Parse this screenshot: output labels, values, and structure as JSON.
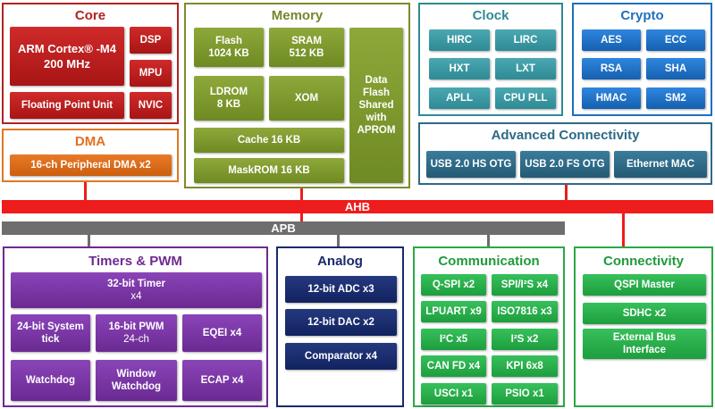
{
  "core": {
    "title": "Core",
    "cpu_line1": "ARM Cortex® -M4",
    "cpu_line2": "200 MHz",
    "dsp": "DSP",
    "mpu": "MPU",
    "fpu": "Floating Point Unit",
    "nvic": "NVIC"
  },
  "memory": {
    "title": "Memory",
    "flash_line1": "Flash",
    "flash_line2": "1024 KB",
    "sram_line1": "SRAM",
    "sram_line2": "512 KB",
    "ldrom_line1": "LDROM",
    "ldrom_line2": "8 KB",
    "xom": "XOM",
    "cache": "Cache 16 KB",
    "maskrom": "MaskROM 16 KB",
    "dataflash": [
      "Data",
      "Flash",
      "Shared",
      "with",
      "APROM"
    ]
  },
  "clock": {
    "title": "Clock",
    "items": [
      "HIRC",
      "LIRC",
      "HXT",
      "LXT",
      "APLL",
      "CPU PLL"
    ]
  },
  "crypto": {
    "title": "Crypto",
    "items": [
      "AES",
      "ECC",
      "RSA",
      "SHA",
      "HMAC",
      "SM2"
    ]
  },
  "dma": {
    "title": "DMA",
    "item": "16-ch Peripheral DMA x2"
  },
  "advanced": {
    "title": "Advanced Connectivity",
    "items": [
      "USB 2.0 HS OTG",
      "USB 2.0 FS OTG",
      "Ethernet MAC"
    ]
  },
  "buses": {
    "ahb": "AHB",
    "apb": "APB"
  },
  "timers": {
    "title": "Timers & PWM",
    "timer32_line1": "32-bit Timer",
    "timer32_line2": "x4",
    "systick_line1": "24-bit System",
    "systick_line2": "tick",
    "pwm_line1": "16-bit PWM",
    "pwm_line2": "24-ch",
    "eqei": "EQEI x4",
    "watchdog": "Watchdog",
    "wwdt_line1": "Window",
    "wwdt_line2": "Watchdog",
    "ecap": "ECAP x4"
  },
  "analog": {
    "title": "Analog",
    "items": [
      "12-bit ADC x3",
      "12-bit DAC x2",
      "Comparator x4"
    ]
  },
  "communication": {
    "title": "Communication",
    "items": [
      "Q-SPI x2",
      "SPI/I²S x4",
      "LPUART x9",
      "ISO7816 x3",
      "I²C x5",
      "I²S x2",
      "CAN FD x4",
      "KPI 6x8",
      "USCI x1",
      "PSIO x1"
    ]
  },
  "connectivity": {
    "title": "Connectivity",
    "qspi": "QSPI Master",
    "sdhc": "SDHC x2",
    "ebi_line1": "External Bus",
    "ebi_line2": "Interface"
  },
  "colors": {
    "ahb": "#ee1c1c",
    "apb": "#6e6e6e"
  }
}
